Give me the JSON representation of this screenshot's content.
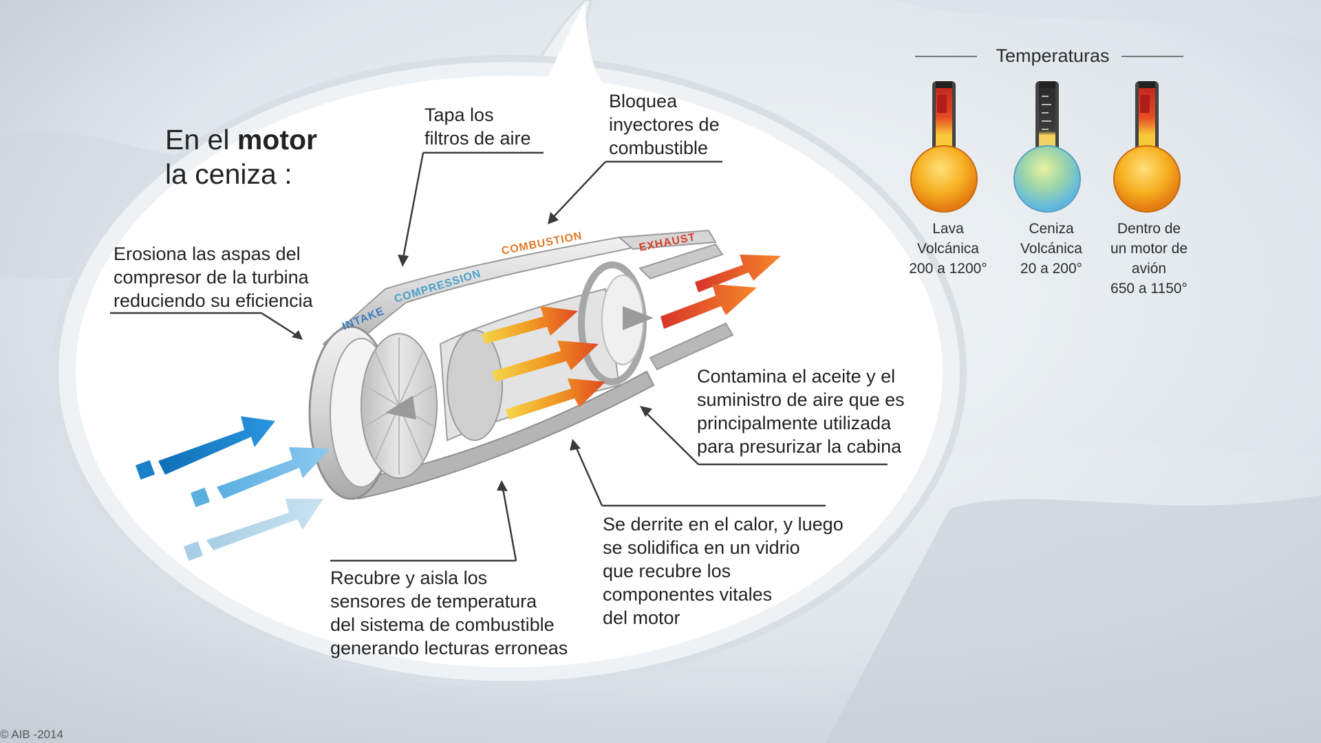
{
  "heading": {
    "line1_prefix": "En el ",
    "line1_bold": "motor",
    "line2": "la ceniza :"
  },
  "callouts": {
    "filtros": "Tapa los\nfiltros de aire",
    "inyectores": "Bloquea\ninyectores de\ncombustible",
    "erosiona": "Erosiona las aspas del\ncompresor de la turbina\nreduciendo su eficiencia",
    "contamina": "Contamina el aceite y el\nsuministro de aire que es\nprincipalmente utilizada\npara presurizar la cabina",
    "derrite": "Se derrite en el calor, y luego\nse solidifica en un vidrio\nque recubre los\ncomponentes vitales\ndel motor",
    "recubre": "Recubre y aisla los\nsensores de temperatura\ndel sistema de combustible\ngenerando lecturas erroneas"
  },
  "engine_bands": {
    "intake": "INTAKE",
    "compression": "COMPRESSION",
    "combustion": "COMBUSTION",
    "exhaust": "EXHAUST"
  },
  "temperatures": {
    "title": "Temperaturas",
    "items": [
      {
        "label": "Lava\nVolcánica\n200 a 1200°"
      },
      {
        "label": "Ceniza\nVolcánica\n20 a 200°"
      },
      {
        "label": "Dentro de\nun motor de\navión\n650 a 1150°"
      }
    ]
  },
  "copyright": "© AIB -2014",
  "colors": {
    "bubble": "#ffffff",
    "intake_blue": "#1a7fc9",
    "lava_yellow": "#f6c93a",
    "lava_orange": "#f08a1a",
    "ash_green": "#a9d6a0",
    "ash_blue": "#7cc4e6",
    "hot_red": "#d8342a"
  }
}
